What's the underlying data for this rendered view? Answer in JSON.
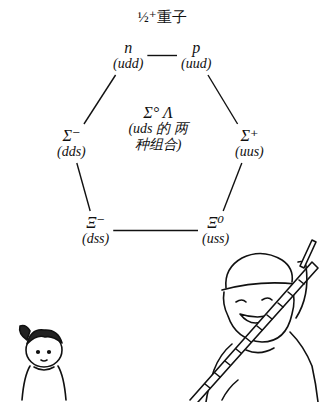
{
  "diagram": {
    "title": "½⁺重子",
    "nodes": [
      {
        "text": [
          "n",
          "(udd)"
        ]
      },
      {
        "text": [
          "p",
          "(uud)"
        ]
      },
      {
        "text": [
          "Σ⁻",
          "(dds)"
        ]
      },
      {
        "text": [
          "Σ°  Λ",
          "(uds 的 两种组合)"
        ]
      },
      {
        "text": [
          "Σ⁺",
          "(uus)"
        ]
      },
      {
        "text": [
          "Ξ⁻",
          "(dss)"
        ]
      },
      {
        "text": [
          "Ξ⁰",
          "(uss)"
        ]
      }
    ],
    "edges": [
      {
        "from": 0,
        "to": 1,
        "arrow": "none"
      },
      {
        "from": 1,
        "to": 4,
        "arrow": "none"
      },
      {
        "from": 4,
        "to": 6,
        "arrow": "none"
      },
      {
        "from": 6,
        "to": 5,
        "arrow": "none"
      },
      {
        "from": 5,
        "to": 2,
        "arrow": "none"
      },
      {
        "from": 2,
        "to": 0,
        "arrow": "none"
      }
    ]
  }
}
